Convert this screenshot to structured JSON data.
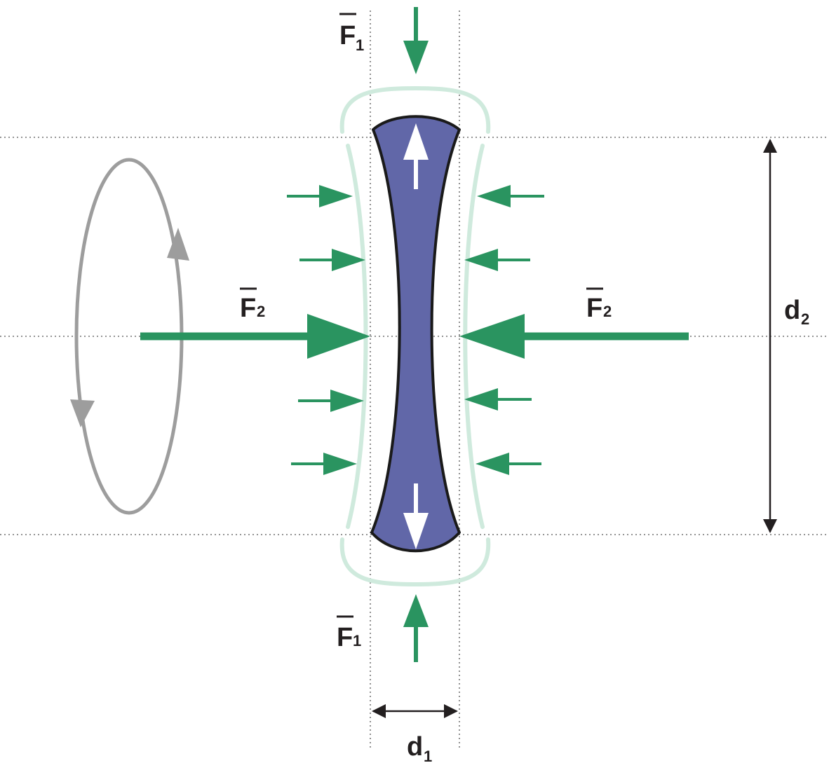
{
  "labels": {
    "f1_top": {
      "main": "F",
      "sub": "1"
    },
    "f1_bottom": {
      "main": "F",
      "sub": "1"
    },
    "f2_left": {
      "main": "F",
      "sub": "2"
    },
    "f2_right": {
      "main": "F",
      "sub": "2"
    },
    "d1": {
      "main": "d",
      "sub": "1"
    },
    "d2": {
      "main": "d",
      "sub": "2"
    }
  },
  "colors": {
    "force_arrow": "#2a9460",
    "cell_fill": "#6167a8",
    "cell_outline": "#1a1a1a",
    "outline_shadow": "#cfeadd",
    "rotation": "#9d9d9d",
    "dimension": "#231f20",
    "guide": "#555555"
  }
}
